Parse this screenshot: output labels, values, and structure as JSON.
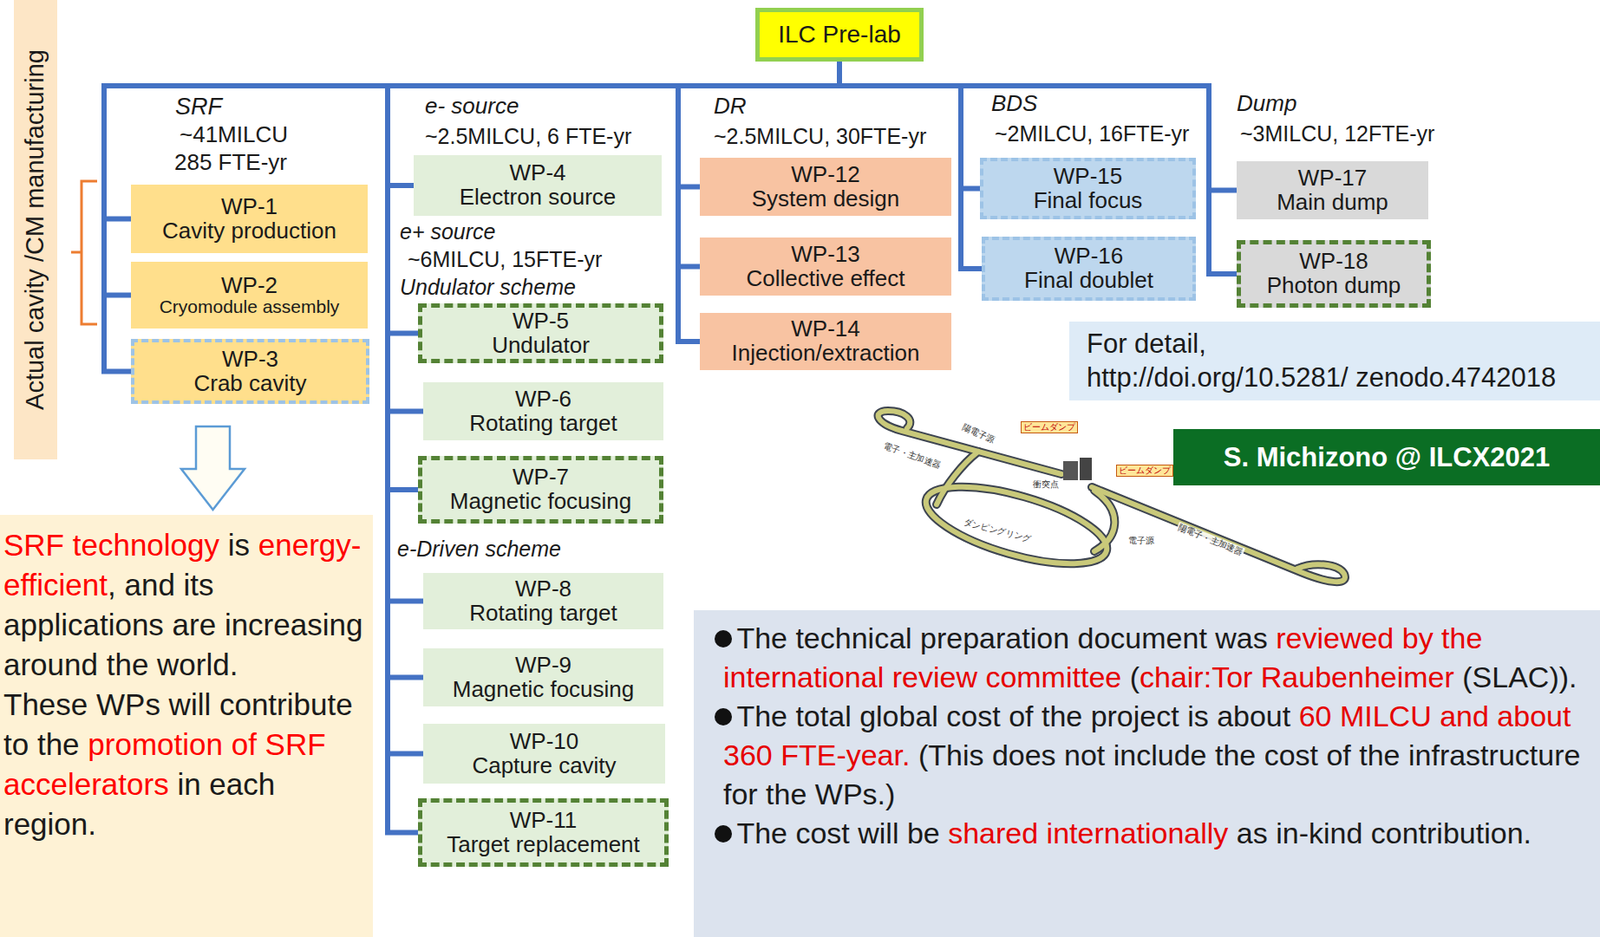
{
  "diagram": {
    "nodes": [
      {
        "text": [
          "ILC Pre-lab"
        ]
      },
      {
        "text": [
          "Actual cavity /CM manufacturing"
        ]
      },
      {
        "text": [
          "WP-1",
          "Cavity production"
        ]
      },
      {
        "text": [
          "WP-2",
          "Cryomodule assembly"
        ]
      },
      {
        "text": [
          "WP-3",
          "Crab cavity"
        ]
      },
      {
        "text": [
          "WP-4",
          "Electron source"
        ]
      },
      {
        "text": [
          "WP-5",
          "Undulator"
        ]
      },
      {
        "text": [
          "WP-6",
          "Rotating target"
        ]
      },
      {
        "text": [
          "WP-7",
          "Magnetic focusing"
        ]
      },
      {
        "text": [
          "WP-8",
          "Rotating target"
        ]
      },
      {
        "text": [
          "WP-9",
          "Magnetic focusing"
        ]
      },
      {
        "text": [
          "WP-10",
          "Capture cavity"
        ]
      },
      {
        "text": [
          "WP-11",
          "Target replacement"
        ]
      },
      {
        "text": [
          "WP-12",
          "System design"
        ]
      },
      {
        "text": [
          "WP-13",
          "Collective effect"
        ]
      },
      {
        "text": [
          "WP-14",
          "Injection/extraction"
        ]
      },
      {
        "text": [
          "WP-15",
          "Final focus"
        ]
      },
      {
        "text": [
          "WP-16",
          "Final doublet"
        ]
      },
      {
        "text": [
          "WP-17",
          "Main dump"
        ]
      },
      {
        "text": [
          "WP-18",
          "Photon dump"
        ]
      },
      {
        "text": [
          "For detail,",
          "http://doi.org/10.5281/ zenodo.4742018"
        ]
      },
      {
        "text": [
          "S. Michizono @ ILCX2021"
        ]
      },
      {
        "text": [
          "SRF technology",
          "is",
          "energy-efficient",
          ", and its applications are increasing around the world.",
          "These WPs will contribute to the",
          "promotion of SRF accelerators",
          "in each region."
        ]
      },
      {
        "text": [
          "The technical preparation document was",
          "reviewed by the international review committee",
          "(",
          "chair:Tor Raubenheimer",
          "(SLAC)).",
          "The total global cost of the project is about",
          "60 MILCU and about 360 FTE-year.",
          "(This does not include the cost of the infrastructure for the WPs.)",
          "The cost will be",
          "shared internationally",
          "as in-kind contribution."
        ]
      }
    ],
    "edges": [
      {
        "from": 0,
        "to": 2,
        "arrow": "none"
      },
      {
        "from": 0,
        "to": 3,
        "arrow": "none"
      },
      {
        "from": 0,
        "to": 4,
        "arrow": "none"
      },
      {
        "from": 0,
        "to": 5,
        "arrow": "none"
      },
      {
        "from": 0,
        "to": 6,
        "arrow": "none"
      },
      {
        "from": 0,
        "to": 7,
        "arrow": "none"
      },
      {
        "from": 0,
        "to": 8,
        "arrow": "none"
      },
      {
        "from": 0,
        "to": 9,
        "arrow": "none"
      },
      {
        "from": 0,
        "to": 10,
        "arrow": "none"
      },
      {
        "from": 0,
        "to": 11,
        "arrow": "none"
      },
      {
        "from": 0,
        "to": 12,
        "arrow": "none"
      },
      {
        "from": 0,
        "to": 13,
        "arrow": "none"
      },
      {
        "from": 0,
        "to": 14,
        "arrow": "none"
      },
      {
        "from": 0,
        "to": 15,
        "arrow": "none"
      },
      {
        "from": 0,
        "to": 16,
        "arrow": "none"
      },
      {
        "from": 0,
        "to": 17,
        "arrow": "none"
      },
      {
        "from": 0,
        "to": 18,
        "arrow": "none"
      },
      {
        "from": 0,
        "to": 19,
        "arrow": "none"
      }
    ],
    "labels": [
      "SRF",
      "~41MILCU",
      "285 FTE-yr",
      "e- source",
      "~2.5MILCU, 6 FTE-yr",
      "e+ source",
      "~6MILCU, 15FTE-yr",
      "Undulator scheme",
      "e-Driven scheme",
      "DR",
      "~2.5MILCU, 30FTE-yr",
      "BDS",
      "~2MILCU, 16FTE-yr",
      "Dump",
      "~3MILCU, 12FTE-yr",
      "ビームダンプ",
      "ビームダンプ",
      "陽電子源",
      "電子・主加速器",
      "衝突点",
      "ダンピングリング",
      "電子源",
      "陽電子・主加速器"
    ]
  }
}
